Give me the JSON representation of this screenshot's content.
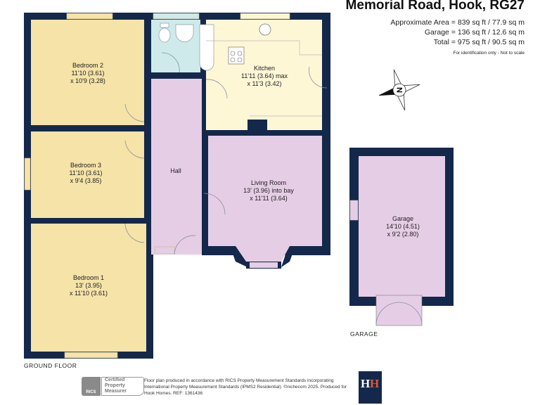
{
  "header": {
    "title": "Memorial Road, Hook, RG27",
    "approx_area": "Approximate Area = 839 sq ft / 77.9 sq m",
    "garage_area": "Garage = 136 sq ft / 12.6 sq m",
    "total_area": "Total = 975 sq ft / 90.5 sq m",
    "note": "For identification only - Not to scale"
  },
  "rooms": {
    "bedroom2": {
      "name": "Bedroom 2",
      "dim1": "11'10 (3.61)",
      "dim2": "x 10'9 (3.28)"
    },
    "bedroom3": {
      "name": "Bedroom 3",
      "dim1": "11'10 (3.61)",
      "dim2": "x 9'4 (3.85)"
    },
    "bedroom1": {
      "name": "Bedroom 1",
      "dim1": "13' (3.95)",
      "dim2": "x 11'10 (3.61)"
    },
    "hall": {
      "name": "Hall"
    },
    "kitchen": {
      "name": "Kitchen",
      "dim1": "11'11 (3.64) max",
      "dim2": "x 11'3 (3.42)"
    },
    "living": {
      "name": "Living Room",
      "dim1": "13' (3.96) into bay",
      "dim2": "x 11'11 (3.64)"
    },
    "garage": {
      "name": "Garage",
      "dim1": "14'10 (4.51)",
      "dim2": "x 9'2 (2.80)"
    }
  },
  "floors": {
    "ground": "GROUND FLOOR",
    "garage": "GARAGE"
  },
  "footer": {
    "rics_badge": "RICS",
    "certified": "Certified Property Measurer",
    "text": "Floor plan produced in accordance with RICS Property Measurement Standards incorporating International Property Measurement Standards (IPMS2 Residential). ©nichecom 2025. Produced for Hook Homes.  REF: 1361436",
    "logo": "HH"
  },
  "colors": {
    "wall": "#14284b",
    "bedroom": "#f5e3a8",
    "hall": "#e6cde6",
    "bathroom": "#cfeaea",
    "kitchen": "#fdf7d6"
  }
}
